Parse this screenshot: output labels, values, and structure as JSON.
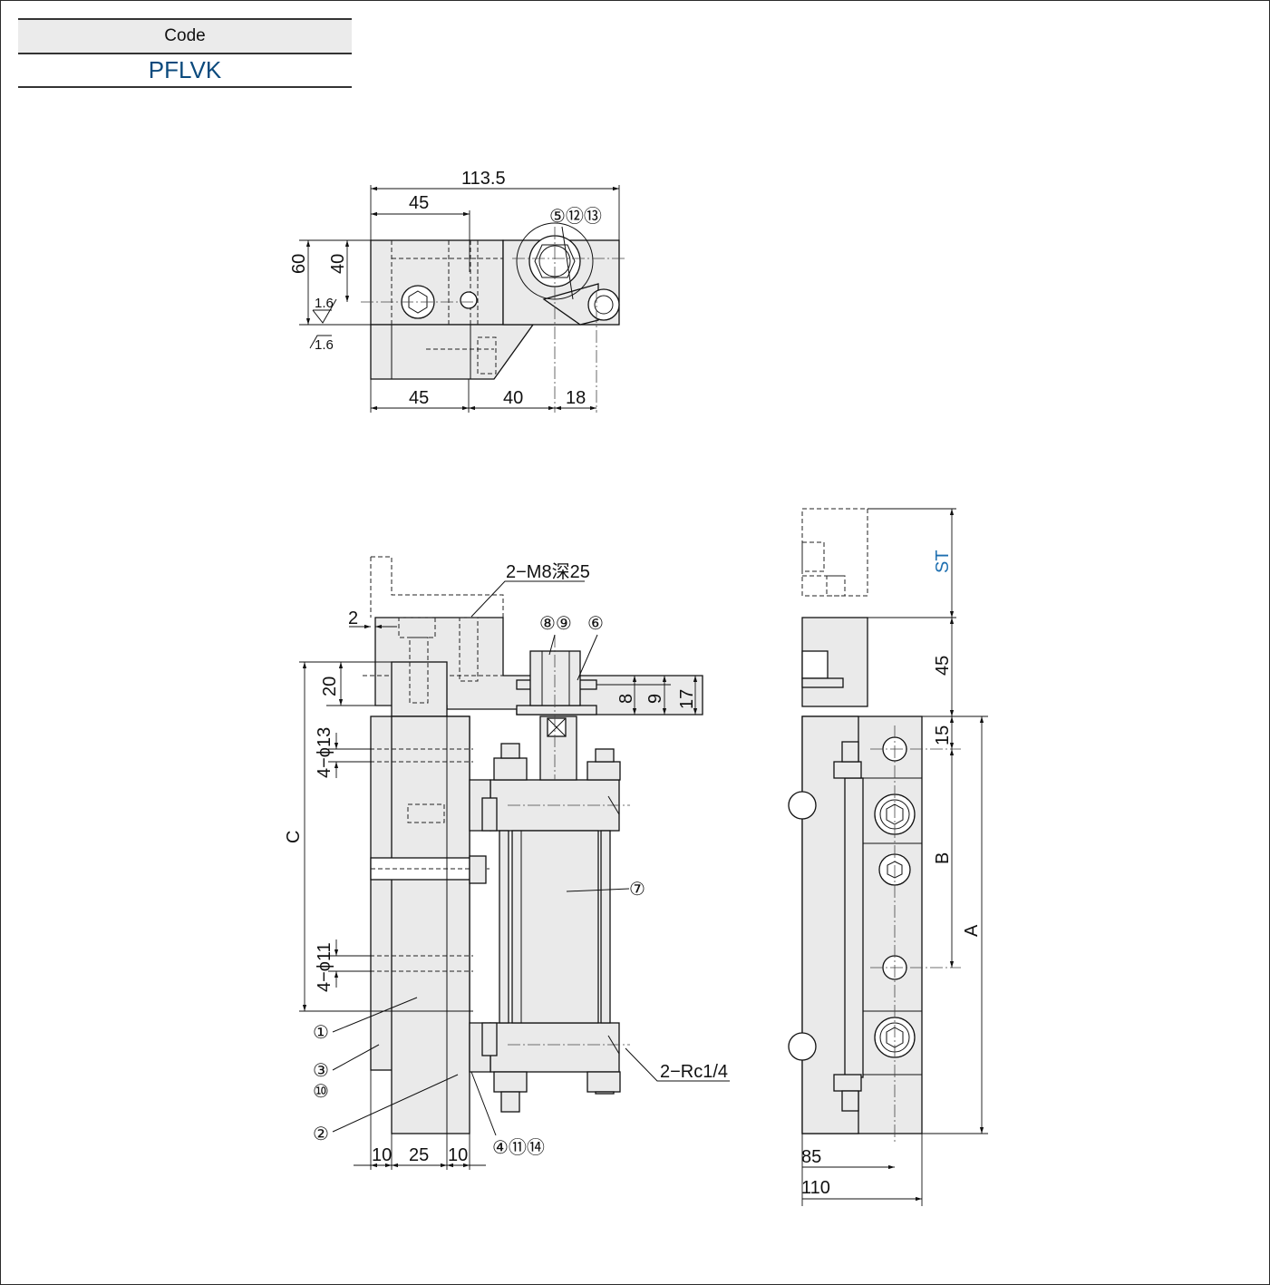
{
  "code_table": {
    "header": "Code",
    "value": "PFLVK"
  },
  "top_view": {
    "dims": {
      "overall_width": "113.5",
      "top_45": "45",
      "height_60": "60",
      "height_40": "40",
      "bottom_45": "45",
      "bottom_40": "40",
      "bottom_18": "18",
      "roughness_top": "1.6",
      "roughness_bottom": "1.6"
    },
    "callout_5_12_13": "⑤⑫⑬"
  },
  "front_view": {
    "dims": {
      "gap_2": "2",
      "height_20": "20",
      "hole_13": "4−ϕ13",
      "hole_11": "4−ϕ11",
      "c": "C",
      "w10a": "10",
      "w25": "25",
      "w10b": "10",
      "h8": "8",
      "h9": "9",
      "h17": "17"
    },
    "callouts": {
      "m8": "2−M8深25",
      "c8_9": "⑧⑨",
      "c6": "⑥",
      "c7": "⑦",
      "c1": "①",
      "c3": "③",
      "c10": "⑩",
      "c2": "②",
      "c4_11_14": "④⑪⑭",
      "rc": "2−Rc1/4"
    }
  },
  "side_view": {
    "dims": {
      "st": "ST",
      "h45": "45",
      "h15": "15",
      "b": "B",
      "a": "A",
      "w85": "85",
      "w110": "110"
    }
  },
  "colors": {
    "fill": "#eaeaea",
    "line": "#111111",
    "st_label": "#1e6fb0",
    "code_value": "#0b4a7d"
  }
}
